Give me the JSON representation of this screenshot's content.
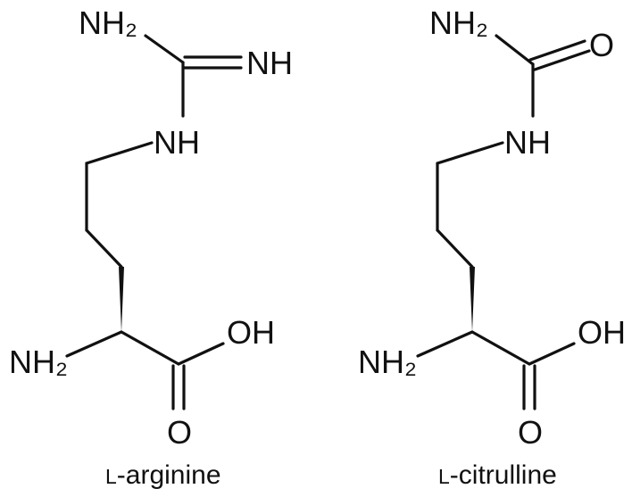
{
  "molecules": [
    {
      "name_prefix": "L",
      "name_rest": "-arginine",
      "top_left_group": "NH₂",
      "top_right_group": "NH",
      "top_right_color": "#e2231a",
      "mid_group": "NH",
      "acid_group": "OH",
      "carbonyl_o": "O",
      "amine_group": "NH₂"
    },
    {
      "name_prefix": "L",
      "name_rest": "-citrulline",
      "top_left_group": "NH₂",
      "top_right_group": "O",
      "top_right_color": "#e2231a",
      "mid_group": "NH",
      "acid_group": "OH",
      "carbonyl_o": "O",
      "amine_group": "NH₂"
    }
  ]
}
